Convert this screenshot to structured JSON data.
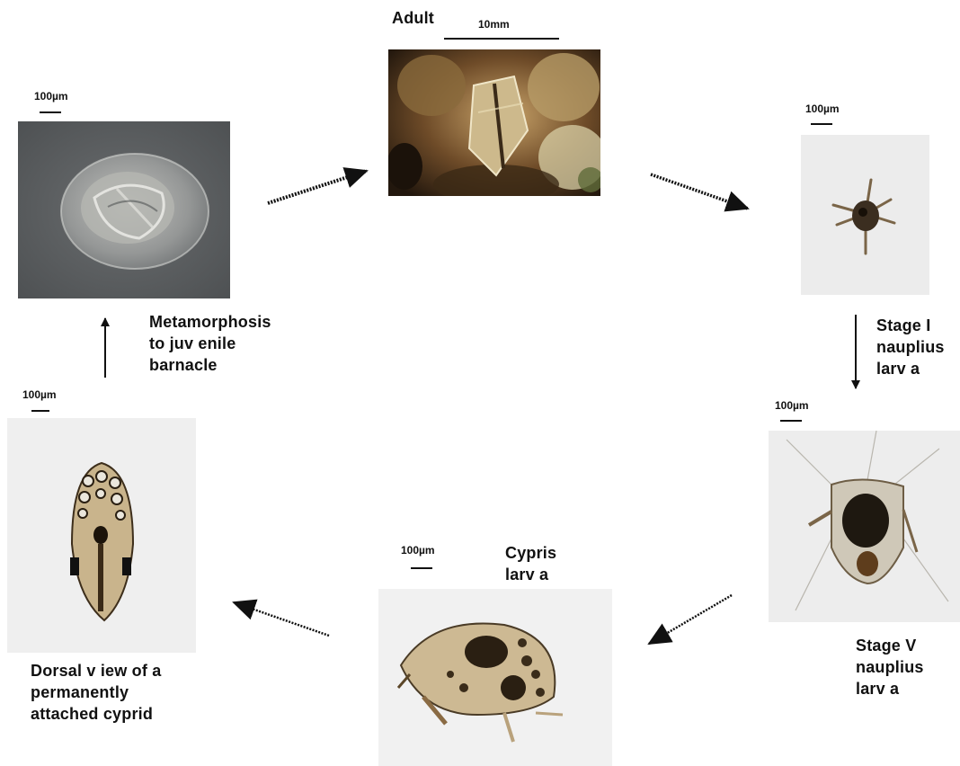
{
  "stages": {
    "adult": {
      "label": "Adult",
      "scale": "10mm"
    },
    "stage1": {
      "label": "Stage I\nnauplius\nlarv a",
      "scale": "100µm"
    },
    "stage5": {
      "label": "Stage V\nnauplius\nlarv a",
      "scale": "100µm"
    },
    "cypris": {
      "label": "Cypris\nlarv a",
      "scale": "100µm"
    },
    "cyprid": {
      "label": "Dorsal v iew of a\npermanently\nattached cyprid",
      "scale": "100µm"
    },
    "juvenile": {
      "label": "Metamorphosis\nto juv enile\nbarnacle",
      "scale": "100µm"
    }
  },
  "colors": {
    "text": "#111111",
    "juvenile_bg": "#55585a",
    "adult_bg": "#2a1e12",
    "lab_bg": "#ececec",
    "arrow": "#111111"
  }
}
